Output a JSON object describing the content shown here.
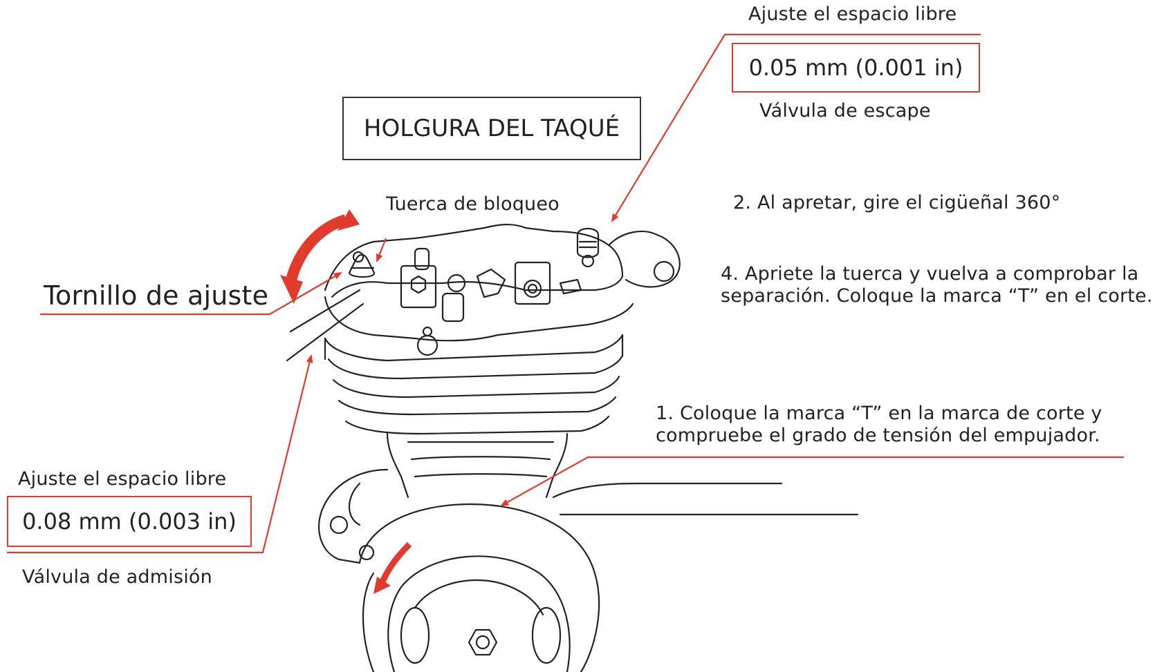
{
  "title": "HOLGURA DEL TAQUÉ",
  "labels": {
    "exhaust_adjust": "Ajuste el espacio libre",
    "exhaust_value": "0.05 mm (0.001 in)",
    "exhaust_valve": "Válvula de escape",
    "lock_nut": "Tuerca de bloqueo",
    "adjust_screw": "Tornillo de ajuste",
    "intake_adjust": "Ajuste el espacio libre",
    "intake_value": "0.08 mm (0.003 in)",
    "intake_valve": "Válvula de admisión"
  },
  "steps": {
    "step2": "2. Al apretar, gire el cigüeñal 360°",
    "step4_line1": "4. Apriete la tuerca y vuelva a comprobar la",
    "step4_line2": "separación. Coloque la marca “T” en el corte.",
    "step1_line1": "1. Coloque la marca “T” en la marca de corte y",
    "step1_line2": "compruebe el grado de tensión del empujador."
  },
  "colors": {
    "accent": "#e23b2e",
    "line": "#222222",
    "background": "#ffffff"
  }
}
